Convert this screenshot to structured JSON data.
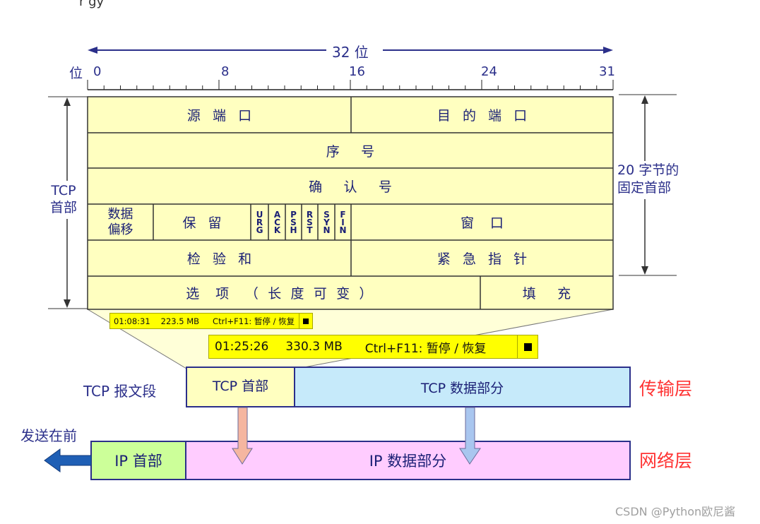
{
  "top_fragment": "r gy",
  "ruler": {
    "width_label": "32 位",
    "bit_label": "位",
    "ticks": [
      "0",
      "8",
      "16",
      "24",
      "31"
    ]
  },
  "header_fields": {
    "source_port": "源端口",
    "dest_port": "目的端口",
    "seq": "序号",
    "ack_no": "确认号",
    "data_offset": [
      "数据",
      "偏移"
    ],
    "reserved": "保留",
    "flags": [
      [
        "U",
        "R",
        "G"
      ],
      [
        "A",
        "C",
        "K"
      ],
      [
        "P",
        "S",
        "H"
      ],
      [
        "R",
        "S",
        "T"
      ],
      [
        "S",
        "Y",
        "N"
      ],
      [
        "F",
        "I",
        "N"
      ]
    ],
    "window": "窗口",
    "checksum": "检验和",
    "urgent": "紧急指针",
    "options": "选项",
    "options_paren": "（长度可变）",
    "padding": "填充"
  },
  "side_labels": {
    "tcp_header": [
      "TCP",
      "首部"
    ],
    "fixed": [
      "20 字节的",
      "固定首部"
    ]
  },
  "toolbars": [
    {
      "time": "01:08:31",
      "size": "223.5 MB",
      "hotkey": "Ctrl+F11: 暂停 / 恢复"
    },
    {
      "time": "01:25:26",
      "size": "330.3 MB",
      "hotkey": "Ctrl+F11: 暂停 / 恢复"
    }
  ],
  "segment": {
    "label": "TCP 报文段",
    "tcp_header": "TCP 首部",
    "tcp_data": "TCP 数据部分",
    "layer": "传输层"
  },
  "ip": {
    "send_first": "发送在前",
    "header": "IP 首部",
    "data": "IP 数据部分",
    "layer": "网络层"
  },
  "watermark": "CSDN @Python欧尼酱",
  "colors": {
    "header_fill": "#ffffc0",
    "outline": "#2b2f8a",
    "tcp_data_fill": "#c6eafa",
    "ip_header_fill": "#ccff99",
    "ip_data_fill": "#ffccff",
    "layer_red": "#ff3333",
    "toolbar": "#ffff00"
  }
}
